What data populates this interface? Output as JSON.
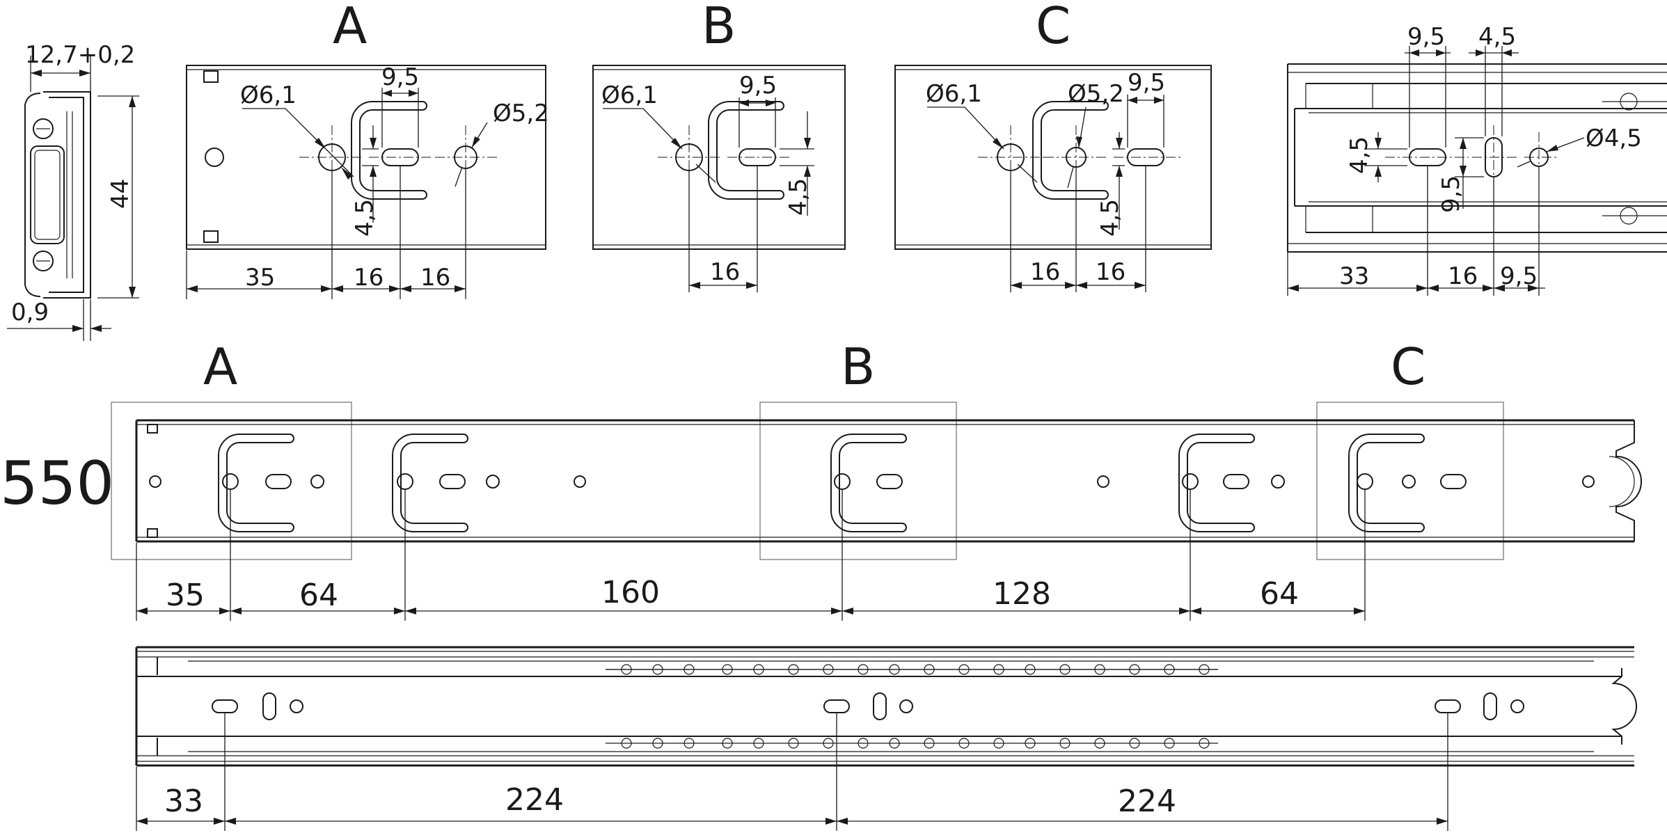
{
  "detail_a": {
    "letter": "A",
    "d1": "Ø6,1",
    "slot": "9,5",
    "d2": "Ø5,2",
    "slot_h": "4,5",
    "x1": "35",
    "x2": "16",
    "x3": "16"
  },
  "detail_b": {
    "letter": "B",
    "d1": "Ø6,1",
    "slot": "9,5",
    "slot_h": "4,5",
    "x1": "16"
  },
  "detail_c": {
    "letter": "C",
    "d1": "Ø6,1",
    "d2": "Ø5,2",
    "slot": "9,5",
    "slot_h": "4,5",
    "x1": "16",
    "x2": "16"
  },
  "section": {
    "width": "12,7+0,2",
    "height": "44",
    "gap": "0,9"
  },
  "inner_detail": {
    "slot_w": "9,5",
    "slot_vw": "4,5",
    "slot_h": "4,5",
    "slot_vh": "9,5",
    "d": "Ø4,5",
    "x1": "33",
    "x2": "16",
    "x3": "9,5"
  },
  "main_rail": {
    "length": "550",
    "labels": [
      "A",
      "B",
      "C"
    ],
    "dims": [
      "35",
      "64",
      "160",
      "128",
      "64"
    ]
  },
  "inner_rail": {
    "dims": [
      "33",
      "224",
      "224"
    ]
  }
}
